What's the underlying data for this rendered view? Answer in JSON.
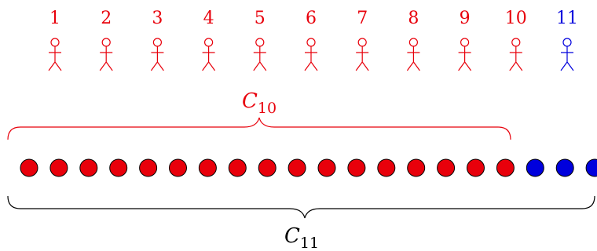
{
  "colors": {
    "group_red": "#e8000b",
    "extra_blue": "#0000dd",
    "black": "#000000"
  },
  "people": [
    {
      "label": "1",
      "color": "red"
    },
    {
      "label": "2",
      "color": "red"
    },
    {
      "label": "3",
      "color": "red"
    },
    {
      "label": "4",
      "color": "red"
    },
    {
      "label": "5",
      "color": "red"
    },
    {
      "label": "6",
      "color": "red"
    },
    {
      "label": "7",
      "color": "red"
    },
    {
      "label": "8",
      "color": "red"
    },
    {
      "label": "9",
      "color": "red"
    },
    {
      "label": "10",
      "color": "red"
    },
    {
      "label": "11",
      "color": "blue"
    }
  ],
  "dots": [
    "red",
    "red",
    "red",
    "red",
    "red",
    "red",
    "red",
    "red",
    "red",
    "red",
    "red",
    "red",
    "red",
    "red",
    "red",
    "red",
    "red",
    "blue",
    "blue",
    "blue"
  ],
  "brace_top": {
    "letter": "C",
    "subscript": "10"
  },
  "brace_bottom": {
    "letter": "C",
    "subscript": "11"
  }
}
